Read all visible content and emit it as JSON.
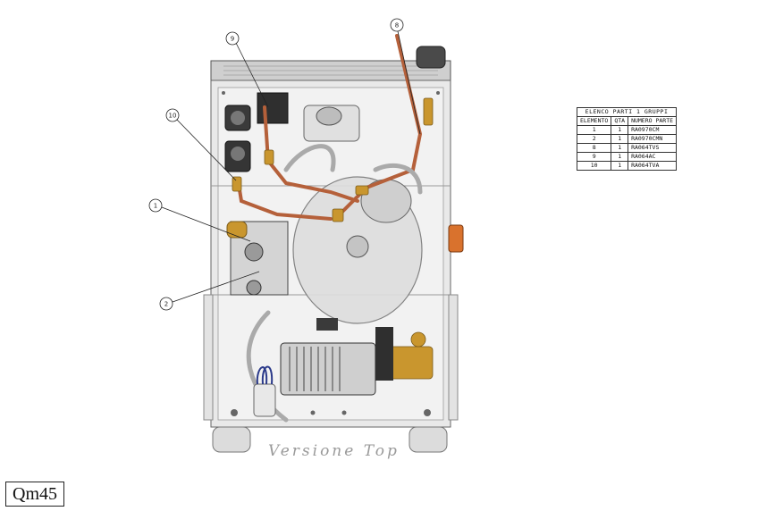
{
  "drawing": {
    "version_label": "Versione Top",
    "model_code": "Qm45"
  },
  "callouts": [
    {
      "label": "9"
    },
    {
      "label": "8"
    },
    {
      "label": "10"
    },
    {
      "label": "1"
    },
    {
      "label": "2"
    }
  ],
  "parts_table": {
    "title": "ELENCO PARTI 1 GRUPPI",
    "headers": [
      "ELEMENTO",
      "QTA",
      "NUMERO PARTE"
    ],
    "rows": [
      {
        "element": "1",
        "qty": "1",
        "part": "RA0970CM"
      },
      {
        "element": "2",
        "qty": "1",
        "part": "RA0970CMN"
      },
      {
        "element": "8",
        "qty": "1",
        "part": "RA064TVS"
      },
      {
        "element": "9",
        "qty": "1",
        "part": "RA064AC"
      },
      {
        "element": "10",
        "qty": "1",
        "part": "RA064TVA"
      }
    ]
  },
  "colors": {
    "frame": "#d9d9d9",
    "frame_dark": "#8c8c8c",
    "copper_pipe": "#b5603a",
    "brass": "#c9962e",
    "orange_part": "#d9722d"
  }
}
